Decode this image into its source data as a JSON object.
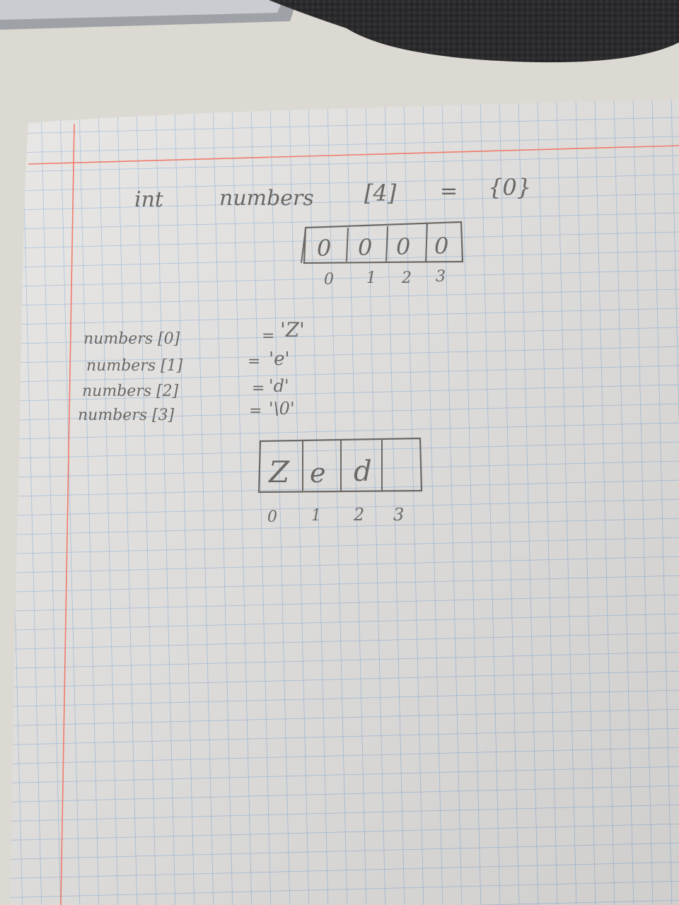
{
  "photo": {
    "kind": "handwritten notes on graph paper",
    "colors": {
      "background": "#d9d5cf",
      "paper": "#f4f3f1",
      "grid_line": "#a8c4e8",
      "margin_line": "#f07a6a",
      "ink": "#6a6864",
      "fabric": "#2a2a2c"
    }
  },
  "notes": {
    "declaration": {
      "type": "int",
      "name": "numbers",
      "size": "[4]",
      "equals": "=",
      "init": "{0}"
    },
    "array1": {
      "cells": [
        "0",
        "0",
        "0",
        "0"
      ],
      "indices": [
        "0",
        "1",
        "2",
        "3"
      ]
    },
    "assignments": [
      {
        "lhs": "numbers [0]",
        "op": "=",
        "rhs": "'Z'"
      },
      {
        "lhs": "numbers [1]",
        "op": "=",
        "rhs": "'e'"
      },
      {
        "lhs": "numbers [2]",
        "op": "=",
        "rhs": "'d'"
      },
      {
        "lhs": "numbers [3]",
        "op": "=",
        "rhs": "'\\0'"
      }
    ],
    "array2": {
      "cells": [
        "Z",
        "e",
        "d",
        ""
      ],
      "indices": [
        "0",
        "1",
        "2",
        "3"
      ]
    }
  }
}
